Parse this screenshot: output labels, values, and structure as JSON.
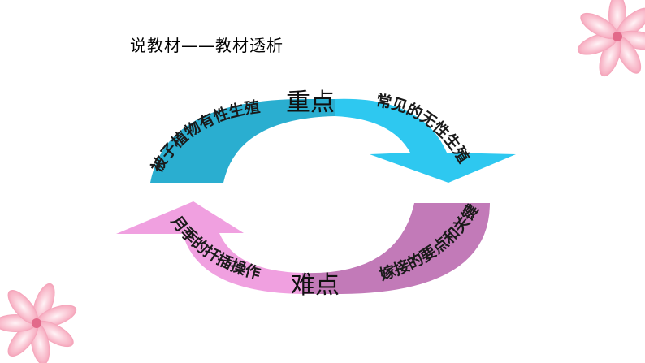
{
  "slide": {
    "title": "说教材——教材透析"
  },
  "diagram": {
    "top_label": "重点",
    "bottom_label": "难点",
    "arrows": [
      {
        "text": "被子植物有性生殖",
        "color": "#2aaed0"
      },
      {
        "text": "常见的无性生殖",
        "color": "#2ec8f0"
      },
      {
        "text": "嫁接的要点和关键",
        "color": "#c27ab8"
      },
      {
        "text": "月季的扦插操作",
        "color": "#f0a0e0"
      }
    ]
  },
  "decor": {
    "flower_color": "#f6a9bd"
  }
}
